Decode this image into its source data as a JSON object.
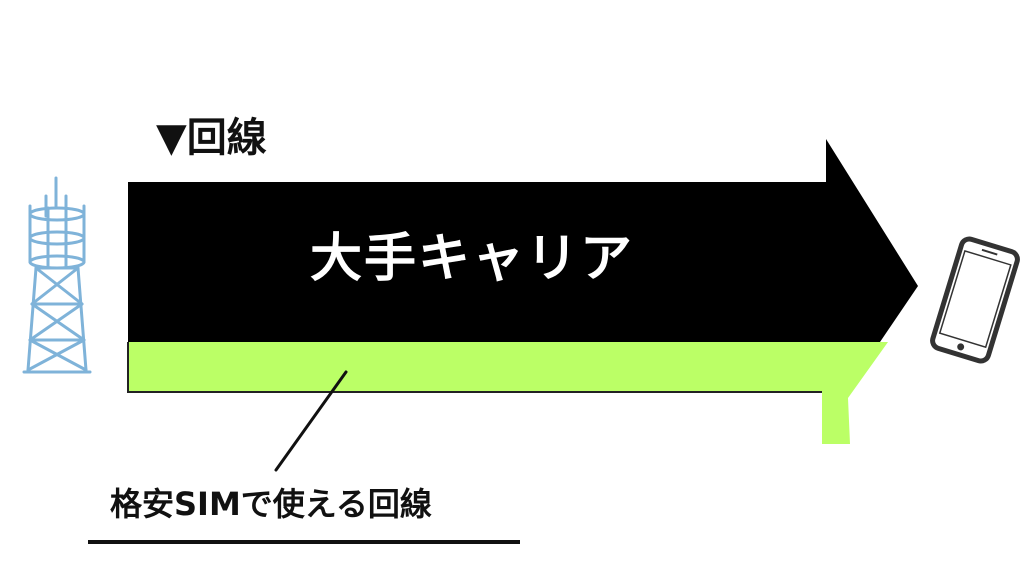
{
  "section_title": "▼回線",
  "carrier_arrow_label": "大手キャリア",
  "mvno_callout_label": "格安SIMで使える回線",
  "icons": {
    "tower": "cell-tower-icon",
    "phone": "smartphone-icon"
  },
  "colors": {
    "carrier_arrow": "#000000",
    "mvno_band": "#bbff66",
    "tower": "#7fb3d9",
    "text": "#111111",
    "carrier_text": "#ffffff"
  }
}
